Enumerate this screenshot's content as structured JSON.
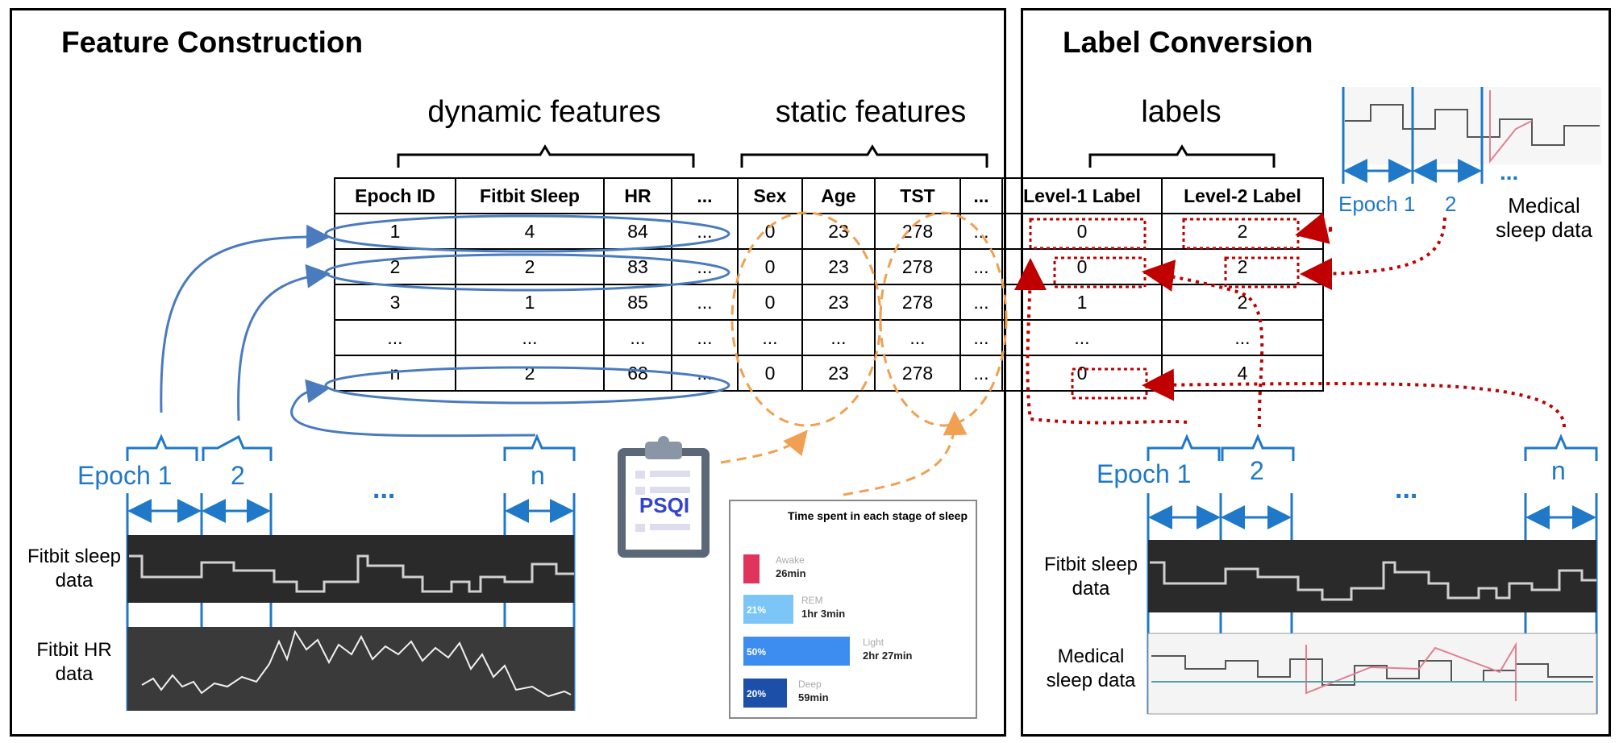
{
  "left_panel": {
    "title": "Feature Construction"
  },
  "right_panel": {
    "title": "Label Conversion"
  },
  "brackets": {
    "dynamic": "dynamic features",
    "static": "static features",
    "labels": "labels"
  },
  "table": {
    "headers": [
      "Epoch ID",
      "Fitbit Sleep",
      "HR",
      "...",
      "Sex",
      "Age",
      "TST",
      "...",
      "Level-1 Label",
      "Level-2 Label"
    ],
    "rows": [
      [
        "1",
        "4",
        "84",
        "...",
        "0",
        "23",
        "278",
        "...",
        "0",
        "2"
      ],
      [
        "2",
        "2",
        "83",
        "...",
        "0",
        "23",
        "278",
        "...",
        "0",
        "2"
      ],
      [
        "3",
        "1",
        "85",
        "...",
        "0",
        "23",
        "278",
        "...",
        "1",
        "2"
      ],
      [
        "...",
        "...",
        "...",
        "...",
        "...",
        "...",
        "...",
        "...",
        "...",
        "..."
      ],
      [
        "n",
        "2",
        "68",
        "...",
        "0",
        "23",
        "278",
        "...",
        "0",
        "4"
      ]
    ]
  },
  "left_timeline": {
    "epoch1": "Epoch 1",
    "epoch2": "2",
    "ellipsis": "...",
    "epochn": "n",
    "sleep_label": "Fitbit sleep data",
    "hr_label": "Fitbit HR data"
  },
  "right_timeline": {
    "epoch1": "Epoch 1",
    "epoch2": "2",
    "ellipsis": "...",
    "epochn": "n",
    "sleep_label": "Fitbit sleep data",
    "medical_label": "Medical sleep data"
  },
  "top_medical": {
    "epoch1": "Epoch 1",
    "epoch2": "2",
    "ellipsis": "...",
    "label": "Medical sleep data"
  },
  "psqi": {
    "label": "PSQI"
  },
  "sleep_card": {
    "title": "Time spent in each stage of sleep",
    "stages": [
      {
        "name": "Awake",
        "duration": "26min",
        "pct": "",
        "color": "#e0345c"
      },
      {
        "name": "REM",
        "duration": "1hr 3min",
        "pct": "21%",
        "color": "#7cc6f7"
      },
      {
        "name": "Light",
        "duration": "2hr 27min",
        "pct": "50%",
        "color": "#3d8cf0"
      },
      {
        "name": "Deep",
        "duration": "59min",
        "pct": "20%",
        "color": "#1b4fa8"
      }
    ]
  },
  "colors": {
    "blue": "#4a7bbf",
    "epoch_blue": "#1f78c8",
    "orange": "#f0a050",
    "red": "#c00000"
  }
}
